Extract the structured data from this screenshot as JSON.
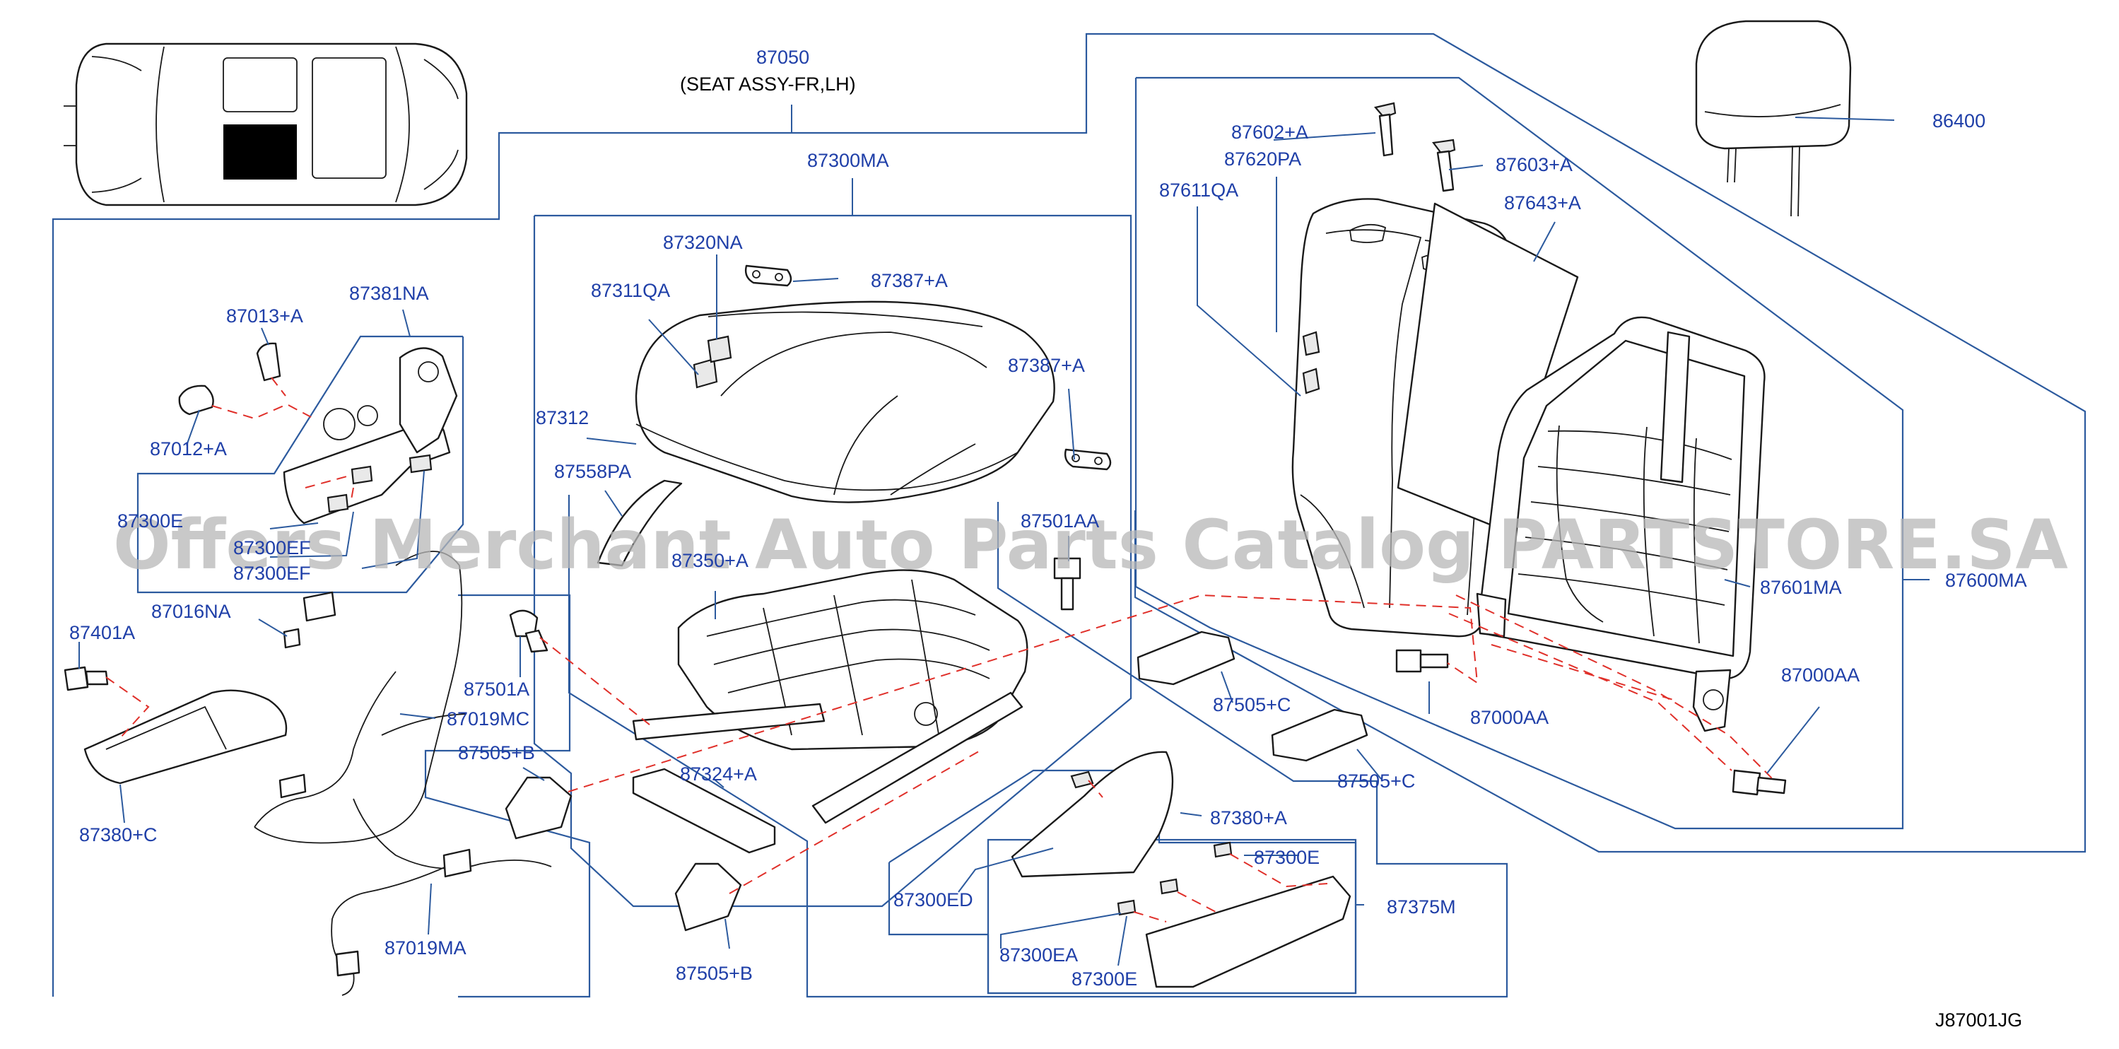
{
  "diagram": {
    "code": "J87001JG",
    "watermark": "Offers Merchant Auto Parts Catalog PARTSTORE.SA",
    "colors": {
      "label": "#1f3fa8",
      "box_line": "#2c5a9e",
      "dashed_leader": "#e0302a",
      "part_outline": "#1a1a1a",
      "watermark": "#b8b8b8"
    },
    "assembly": {
      "number": "87050",
      "description": "(SEAT   ASSY-FR,LH)"
    },
    "labels": {
      "l87300MA": "87300MA",
      "l87320NA": "87320NA",
      "l87387A_1": "87387+A",
      "l87311QA": "87311QA",
      "l87387A_2": "87387+A",
      "l87312": "87312",
      "l87558PA": "87558PA",
      "l87350A": "87350+A",
      "l87501AA": "87501AA",
      "l87381NA": "87381NA",
      "l87013A": "87013+A",
      "l87012A": "87012+A",
      "l87300E_1": "87300E",
      "l87300EF_1": "87300EF",
      "l87300EF_2": "87300EF",
      "l87016NA": "87016NA",
      "l87401A": "87401A",
      "l87501A": "87501A",
      "l87019MC": "87019MC",
      "l87505B_1": "87505+B",
      "l87380C": "87380+C",
      "l87019MA": "87019MA",
      "l87324A": "87324+A",
      "l87505B_2": "87505+B",
      "l87505C_1": "87505+C",
      "l87505C_2": "87505+C",
      "l87380A": "87380+A",
      "l87300ED": "87300ED",
      "l87300E_2": "87300E",
      "l87375M": "87375M",
      "l87300EA": "87300EA",
      "l87300E_3": "87300E",
      "l86400": "86400",
      "l87602A": "87602+A",
      "l87620PA": "87620PA",
      "l87603A": "87603+A",
      "l87611QA": "87611QA",
      "l87643A": "87643+A",
      "l87601MA": "87601MA",
      "l87600MA": "87600MA",
      "l87000AA_1": "87000AA",
      "l87000AA_2": "87000AA"
    }
  }
}
